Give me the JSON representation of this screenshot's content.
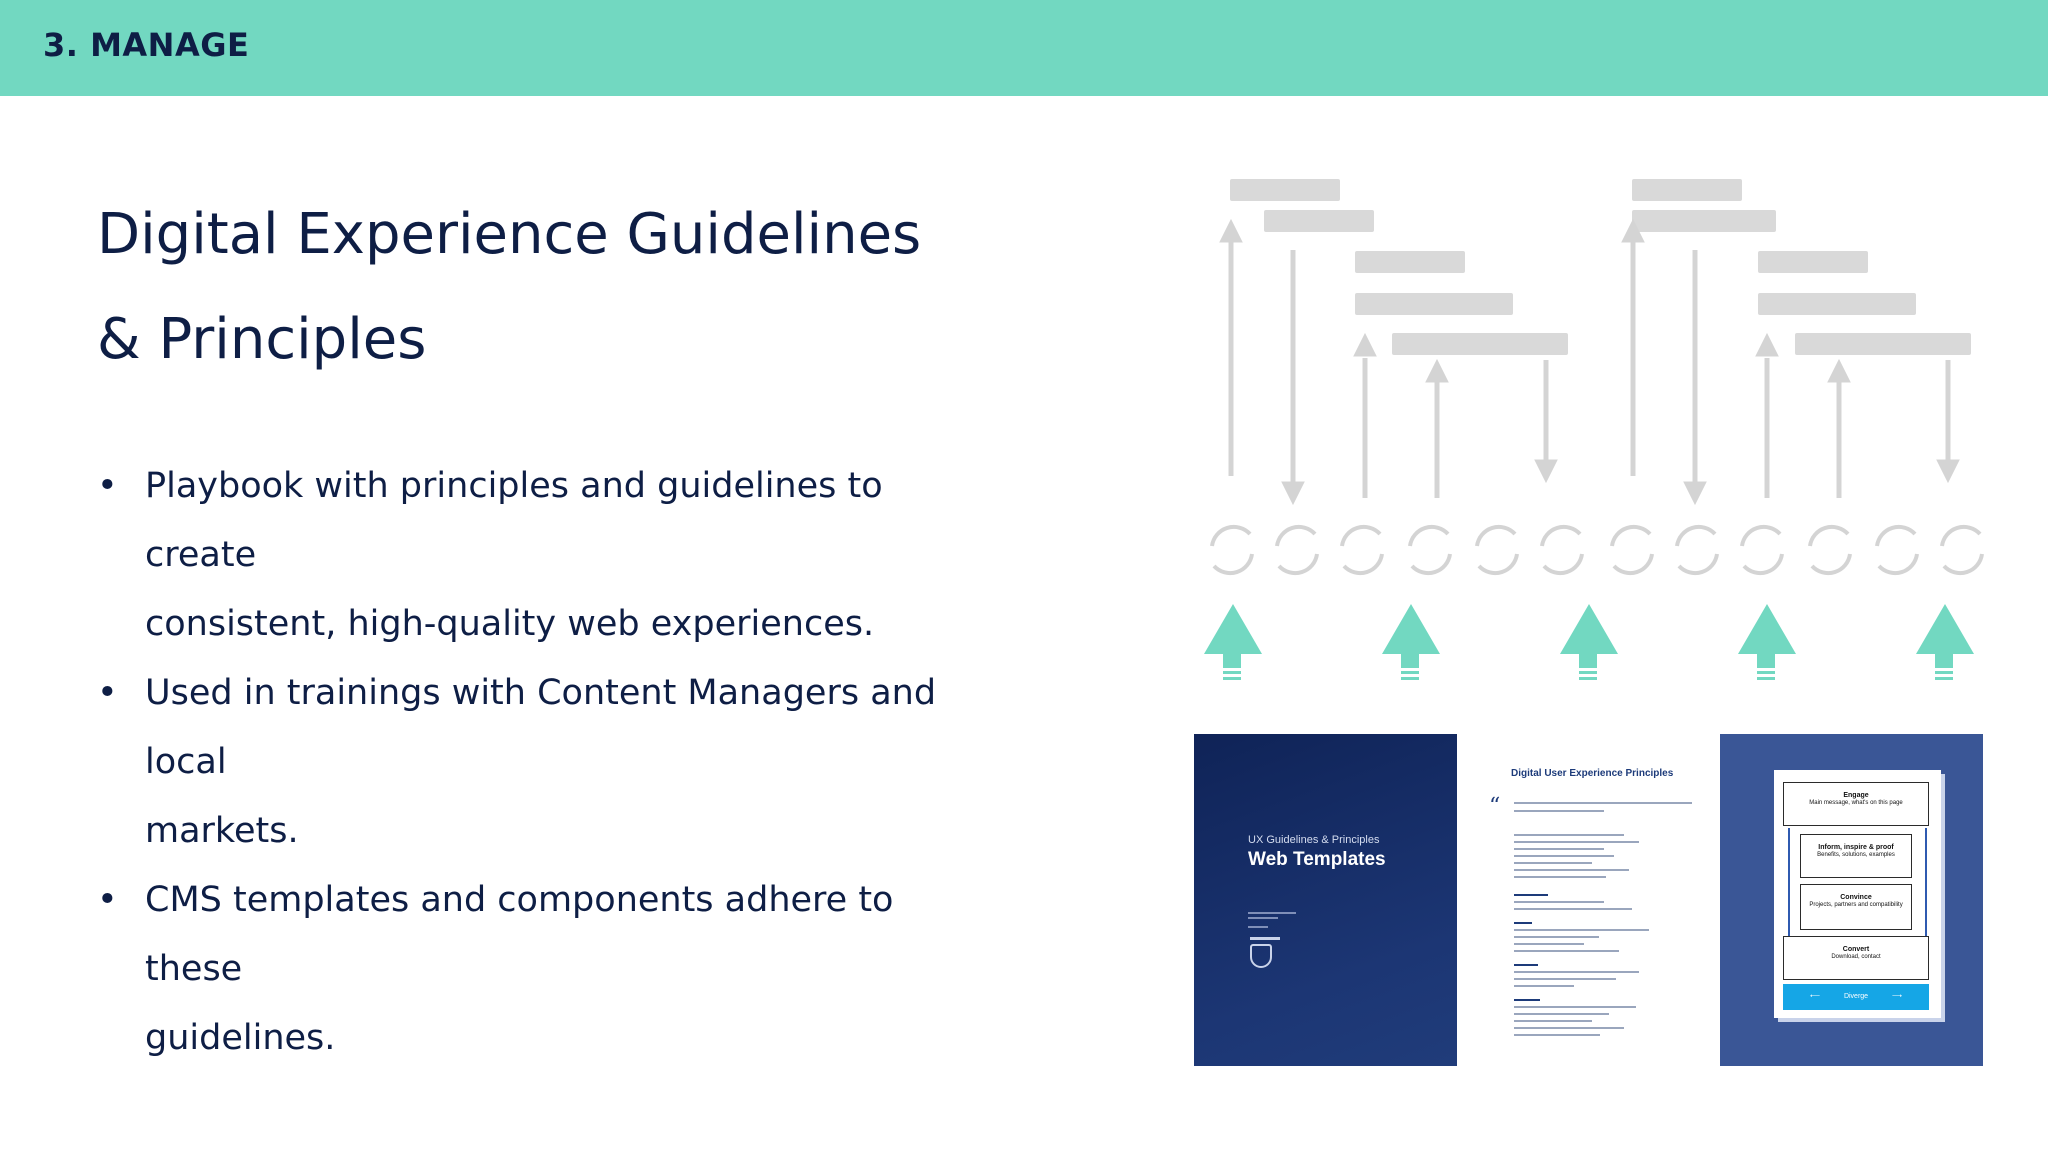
{
  "header": {
    "section_label": "3. MANAGE",
    "accent_color": "#72d8c1"
  },
  "title": {
    "line1": "Digital Experience Guidelines",
    "line2": "& Principles"
  },
  "bullets": [
    {
      "line1": "Playbook with principles and guidelines to create",
      "line2": "consistent, high-quality web experiences."
    },
    {
      "line1": "Used in trainings with Content Managers and local",
      "line2": "markets."
    },
    {
      "line1": "CMS templates and components adhere to these",
      "line2": "guidelines."
    }
  ],
  "bullet_symbol": "•",
  "thumbnails": {
    "cover": {
      "subtitle": "UX Guidelines & Principles",
      "title": "Web Templates"
    },
    "principles": {
      "title": "Digital User Experience Principles",
      "quote_mark": "“"
    },
    "flow": {
      "boxes": [
        {
          "heading": "Engage",
          "sub": "Main message, what's on this page"
        },
        {
          "heading": "Inform, inspire & proof",
          "sub": "Benefits, solutions, examples"
        },
        {
          "heading": "Convince",
          "sub": "Projects, partners and compatibility"
        },
        {
          "heading": "Convert",
          "sub": "Download, contact"
        }
      ],
      "diverge_label": "Diverge",
      "arrow_left": "⟵",
      "arrow_right": "⟶"
    }
  },
  "icons": [
    "up-arrow-icon",
    "down-arrow-icon",
    "cycle-icon",
    "quote-icon",
    "shield-icon"
  ]
}
